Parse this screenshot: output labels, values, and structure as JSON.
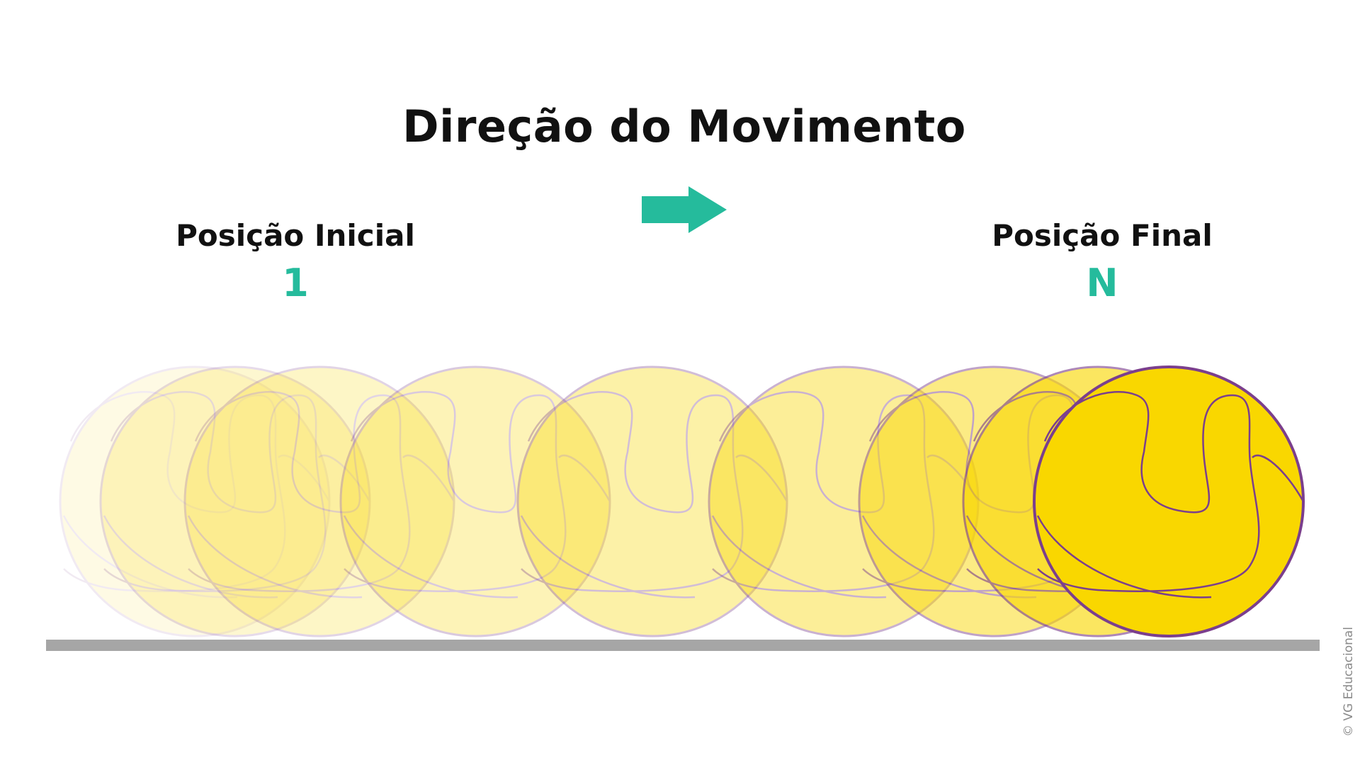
{
  "title": "Direção do Movimento",
  "initial": {
    "label": "Posição Inicial",
    "number": "1"
  },
  "final": {
    "label": "Posição Final",
    "number": "N"
  },
  "credit": "© VG Educacional",
  "colors": {
    "accent": "#25BB9C",
    "ball_fill": "#F9D700",
    "ball_stroke": "#7B3F8D",
    "ground": "#A6A6A6",
    "text": "#111111"
  },
  "icons": {
    "direction": "right-arrow-icon",
    "ball": "volleyball-icon"
  },
  "ball_opacity_sequence": [
    0.1,
    0.18,
    0.22,
    0.28,
    0.34,
    0.4,
    0.48,
    0.62,
    1.0
  ]
}
